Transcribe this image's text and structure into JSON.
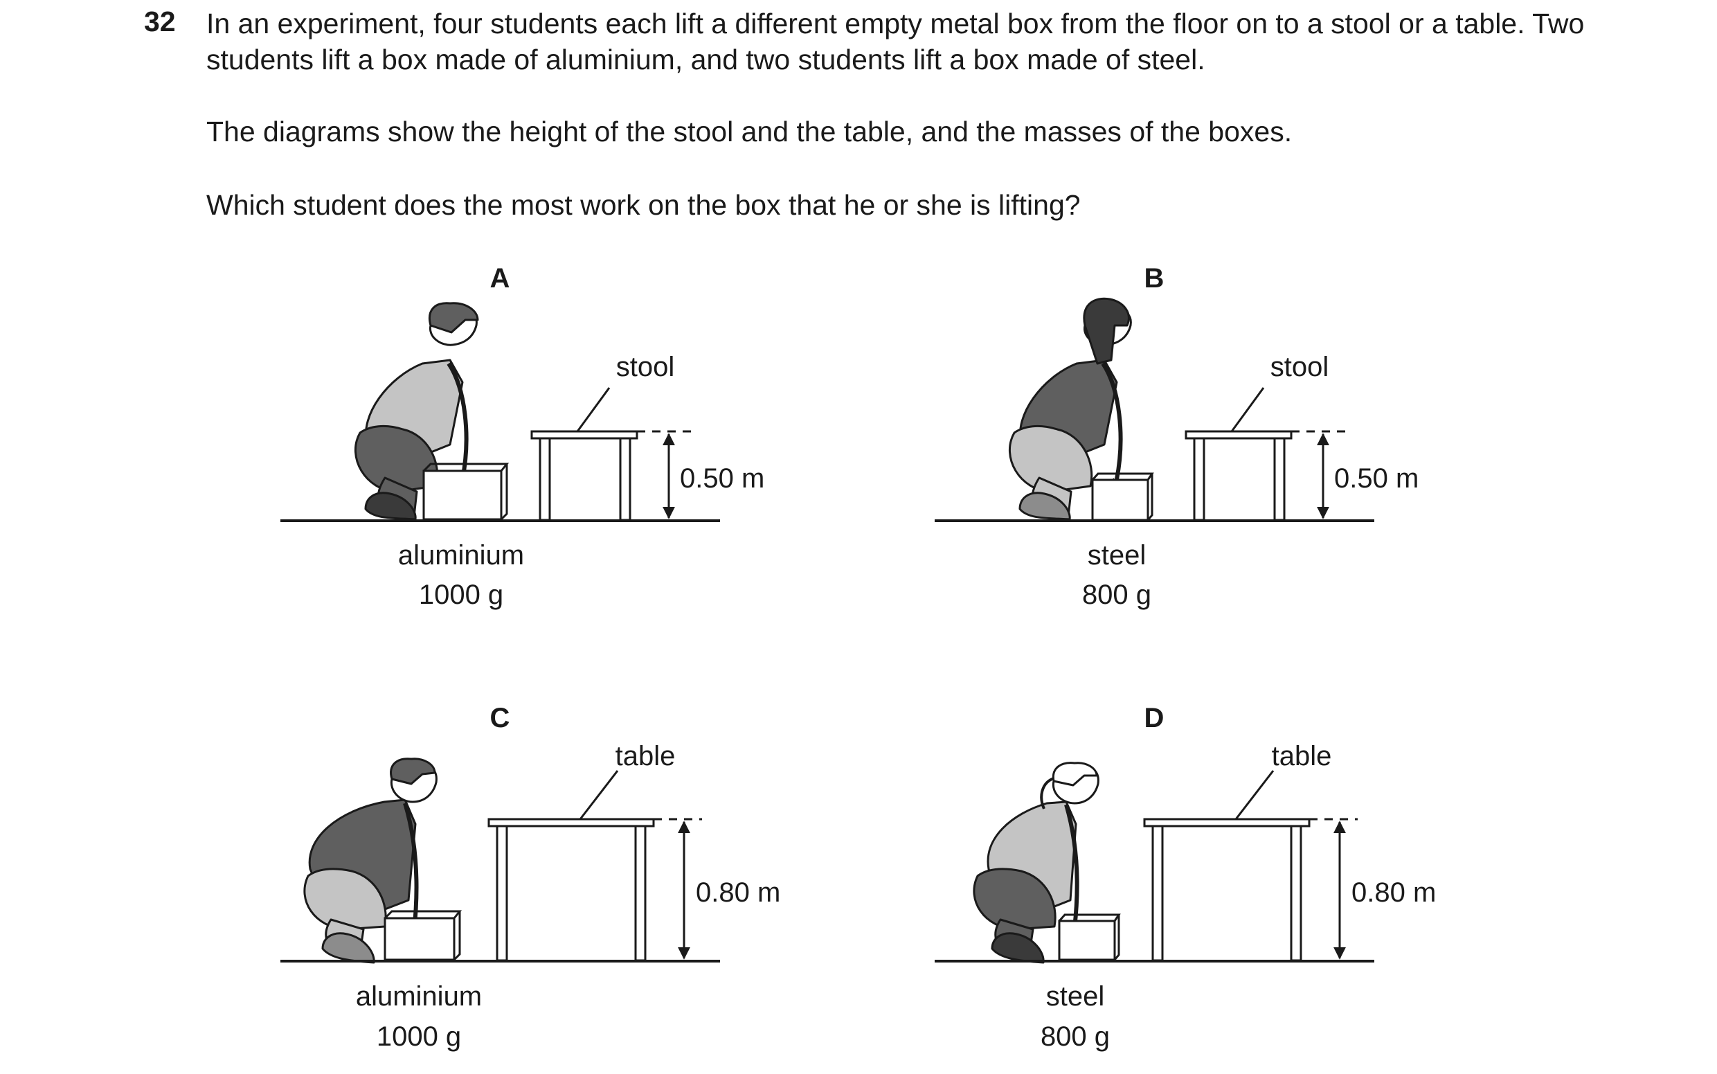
{
  "question": {
    "number": "32",
    "paragraphs": [
      "In an experiment, four students each lift a different empty metal box from the floor on to a stool or a table. Two students lift a box made of aluminium, and two students lift a box made of steel.",
      "The diagrams show the height of the stool and the table, and the masses of the boxes.",
      "Which student does the most work on the box that he or she is lifting?"
    ]
  },
  "options": [
    {
      "letter": "A",
      "furniture": "stool",
      "height": "0.50 m",
      "material": "aluminium",
      "mass": "1000 g"
    },
    {
      "letter": "B",
      "furniture": "stool",
      "height": "0.50 m",
      "material": "steel",
      "mass": "800 g"
    },
    {
      "letter": "C",
      "furniture": "table",
      "height": "0.80 m",
      "material": "aluminium",
      "mass": "1000 g"
    },
    {
      "letter": "D",
      "furniture": "table",
      "height": "0.80 m",
      "material": "steel",
      "mass": "800 g"
    }
  ],
  "colors": {
    "ink": "#1a1a1a",
    "dark_clothing": "#5f5f5f",
    "mid_clothing": "#8c8c8c",
    "light_clothing": "#c4c4c4"
  }
}
